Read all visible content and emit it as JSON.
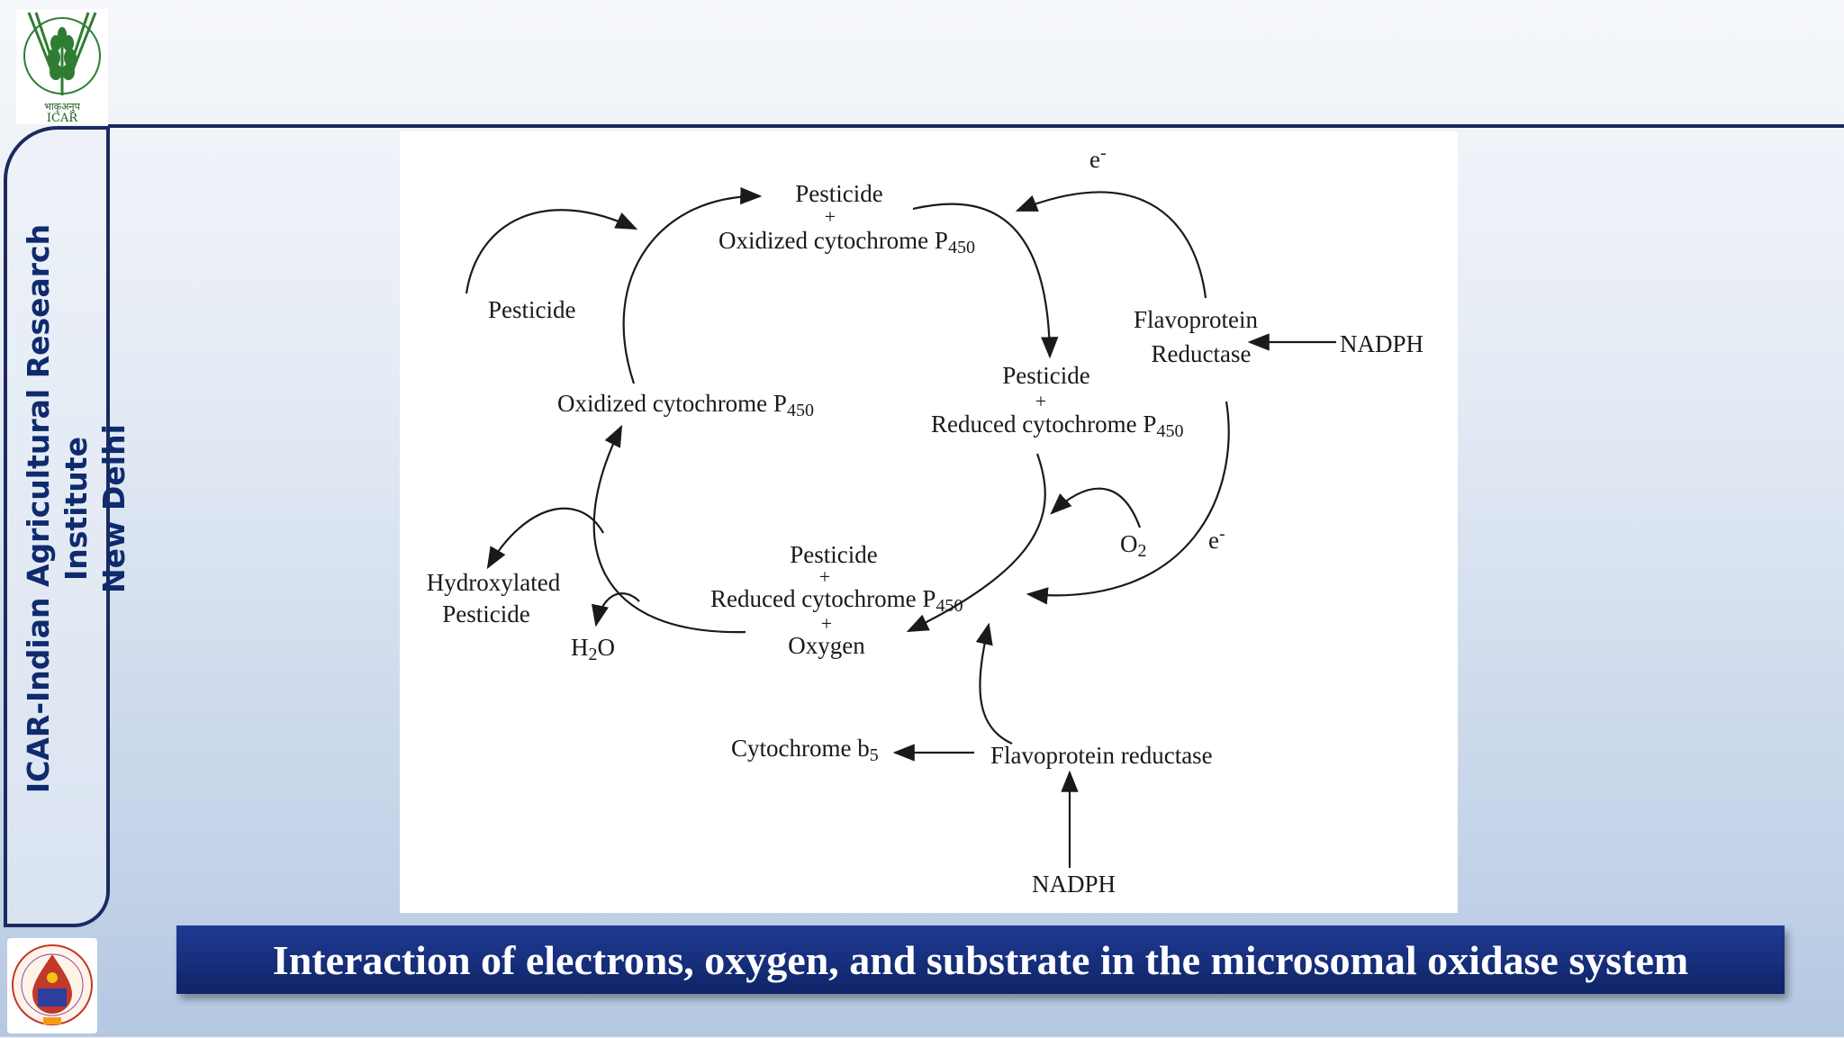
{
  "institute": {
    "line1": "ICAR-Indian Agricultural Research Institute",
    "line2": "New Delhi",
    "top_logo_label": "ICAR",
    "top_logo_hindi": "भाकृअनुप"
  },
  "diagram": {
    "top_complex": {
      "line1": "Pesticide",
      "plus": "+",
      "line2": "Oxidized cytochrome P",
      "sub": "450"
    },
    "pesticide_input": "Pesticide",
    "oxidized": {
      "text": "Oxidized cytochrome P",
      "sub": "450"
    },
    "right_complex": {
      "line1": "Pesticide",
      "plus": "+",
      "line2": "Reduced cytochrome P",
      "sub": "450"
    },
    "bottom_complex": {
      "line1": "Pesticide",
      "plus1": "+",
      "line2": "Reduced cytochrome P",
      "sub": "450",
      "plus2": "+",
      "line3": "Oxygen"
    },
    "flavoprotein_top": {
      "line1": "Flavoprotein",
      "line2": "Reductase"
    },
    "nadph_top": "NADPH",
    "electron_top": "e",
    "electron_sup": "-",
    "electron_right": "e",
    "oxygen": {
      "text": "O",
      "sub": "2"
    },
    "hydroxylated": {
      "line1": "Hydroxylated",
      "line2": "Pesticide"
    },
    "water": {
      "pre": "H",
      "sub": "2",
      "post": "O"
    },
    "cytochrome_b5": {
      "text": "Cytochrome b",
      "sub": "5"
    },
    "flavoprotein_bottom": "Flavoprotein reductase",
    "nadph_bottom": "NADPH"
  },
  "caption": "Interaction of electrons, oxygen, and substrate in the microsomal oxidase system",
  "colors": {
    "navy": "#1b2a5e",
    "caption_bg": "#15307c",
    "logo_green": "#2e7d32"
  }
}
